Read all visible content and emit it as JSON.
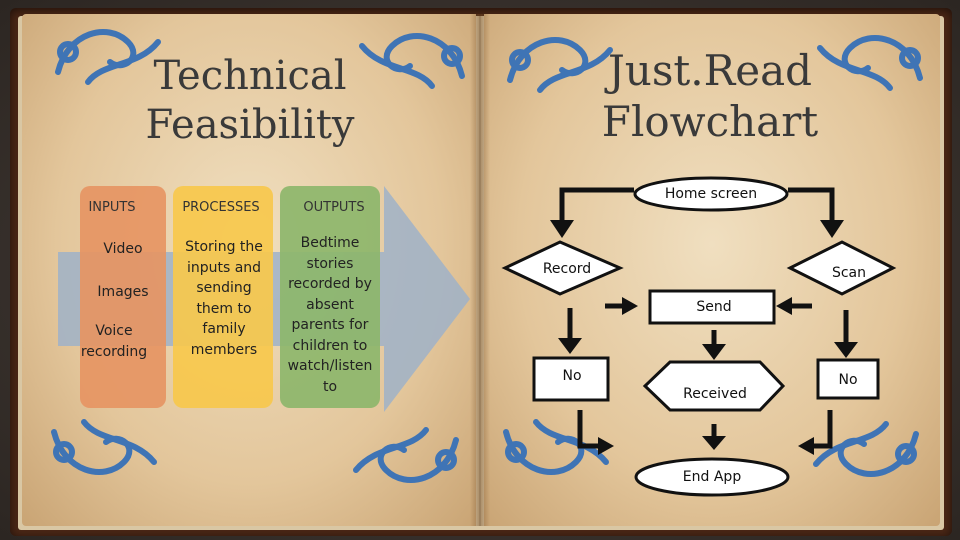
{
  "left_page": {
    "title": "Technical\nFeasibility",
    "columns": [
      {
        "heading": "INPUTS",
        "items": [
          "Video",
          "Images",
          "Voice recording"
        ],
        "color": "#e69563"
      },
      {
        "heading": "PROCESSES",
        "text": "Storing the inputs and sending them to family members",
        "color": "#f7c84c"
      },
      {
        "heading": "OUTPUTS",
        "text": "Bedtime stories recorded by absent parents for children to watch/listen to",
        "color": "#8db66b"
      }
    ],
    "arrow_color": "#9fb2c8"
  },
  "right_page": {
    "title": "Just.Read\nFlowchart",
    "flowchart": {
      "home": "Home screen",
      "record": "Record",
      "scan": "Scan",
      "send": "Send",
      "no_left": "No",
      "received": "Received",
      "no_right": "No",
      "end": "End App"
    }
  },
  "colors": {
    "cover": "#4b2716",
    "page": "#ecd7b3",
    "ornament": "#3f74b5"
  }
}
